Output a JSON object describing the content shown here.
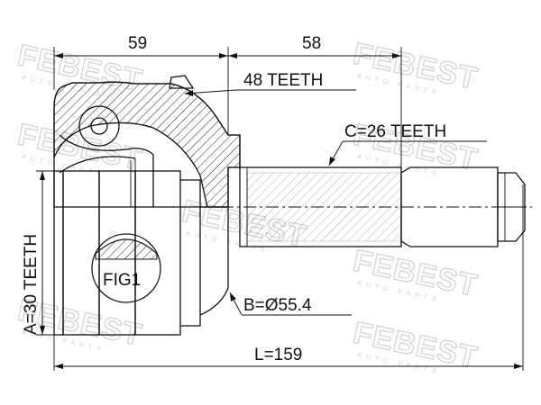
{
  "watermark": {
    "brand": "FEBEST",
    "tagline": "AUTO PARTS"
  },
  "dimensions": {
    "left_width": "59",
    "right_width": "58",
    "total_length": "L=159"
  },
  "callouts": {
    "outer_teeth": "48 TEETH",
    "shaft_teeth": "C=26 TEETH",
    "inner_teeth": "A=30 TEETH",
    "diameter": "B=Ø55.4",
    "figure": "FIG1"
  },
  "colors": {
    "line": "#111111",
    "watermark": "#d6d6d6"
  }
}
